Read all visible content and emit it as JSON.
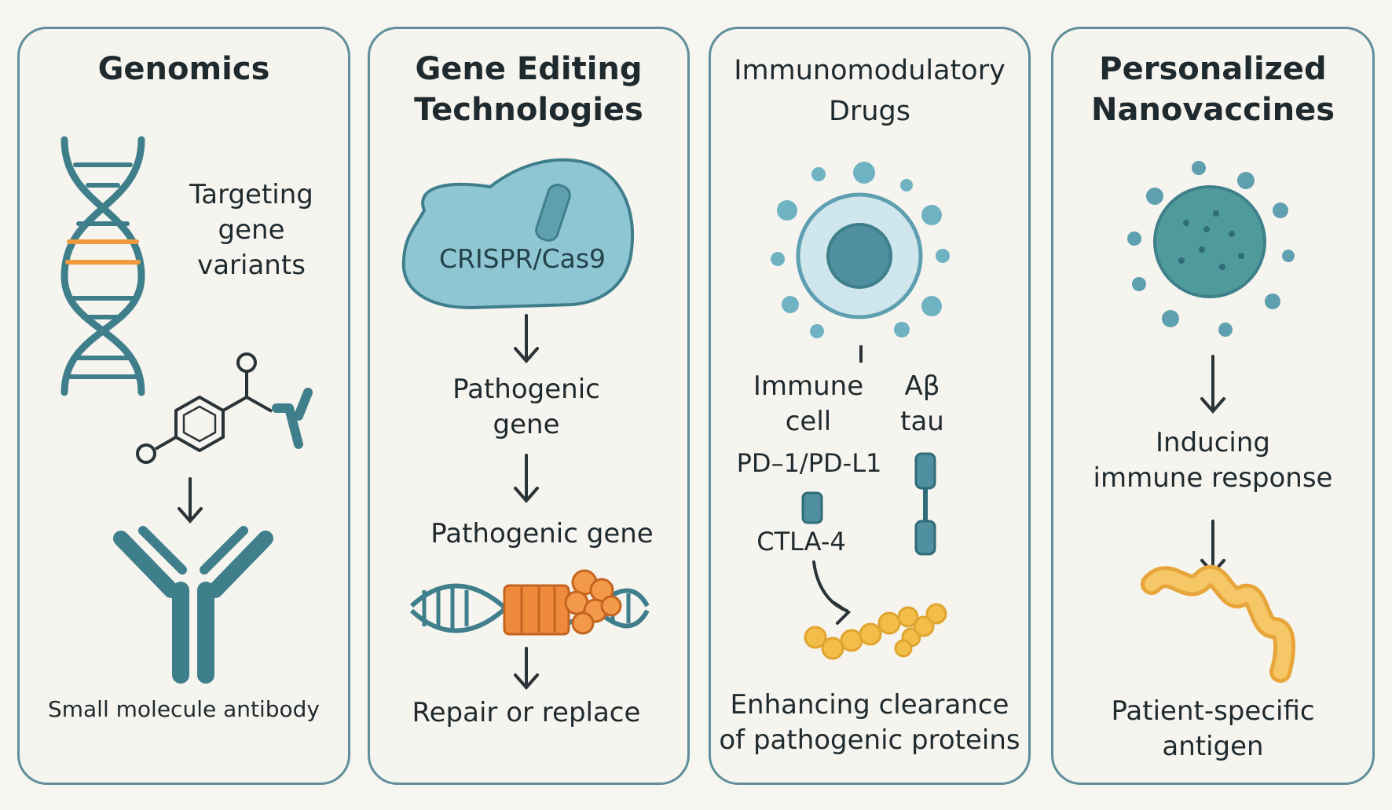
{
  "panels": [
    {
      "title": "Genomics",
      "dna_label": "Targeting\ngene\nvariants",
      "bottom_label": "Small molecule antibody"
    },
    {
      "title": "Gene Editing\nTechnologies",
      "enzyme_label": "CRISPR/Cas9",
      "step1": "Pathogenic\ngene",
      "step2": "Pathogenic gene",
      "step3": "Repair or replace"
    },
    {
      "title": "Immunomodulatory\nDrugs",
      "immune_cell": "Immune\ncell",
      "abeta_tau": "Aβ\ntau",
      "checkpoint1": "PD–1/PD-L1",
      "checkpoint2": "CTLA-4",
      "bottom_label": "Enhancing clearance\nof pathogenic proteins"
    },
    {
      "title": "Personalized\nNanovaccines",
      "step1": "Inducing\nimmune response",
      "step2": "Patient-specific\nantigen"
    }
  ],
  "colors": {
    "teal": "#3f7f8c",
    "teal_light": "#6fb3c2",
    "teal_fill": "#9fd0da",
    "orange": "#ef8a3c",
    "yellow": "#f2bd49",
    "border": "#5f8f9a"
  }
}
